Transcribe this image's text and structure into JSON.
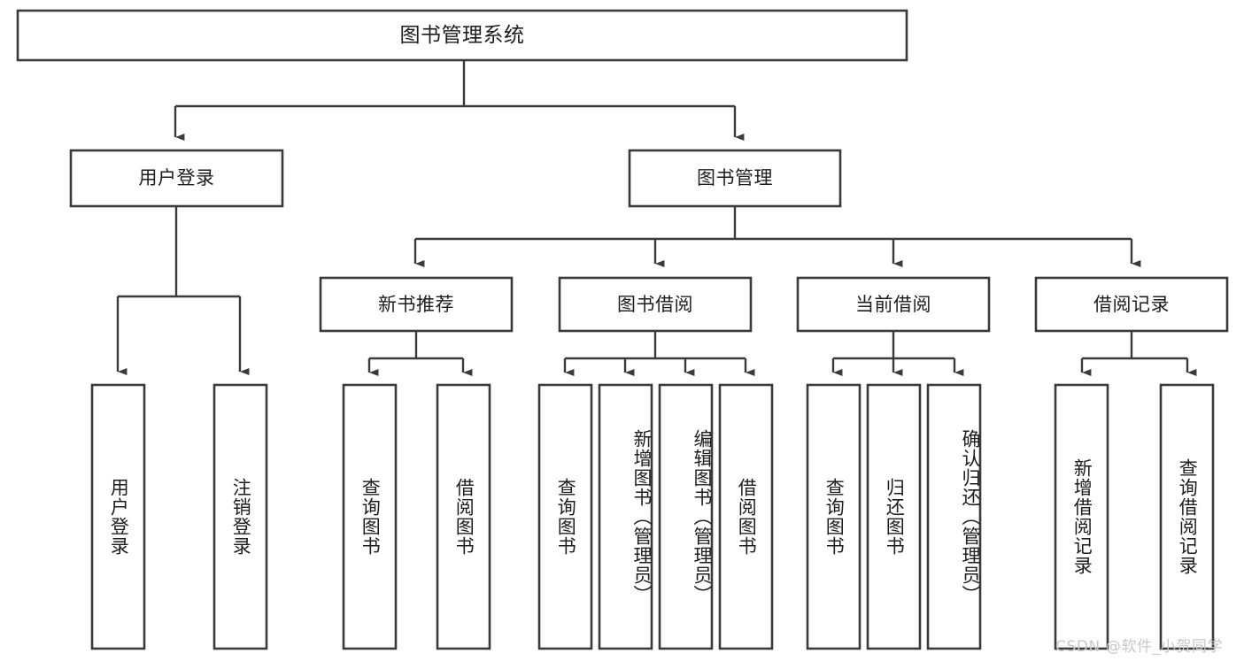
{
  "diagram": {
    "type": "tree-hierarchy",
    "title": "图书管理系统",
    "colors": {
      "background": "#ffffff",
      "box_stroke": "#3a3a3a",
      "box_fill": "#ffffff",
      "text": "#1d1d1d",
      "watermark": "#c8c8c8"
    },
    "root": {
      "label": "图书管理系统"
    },
    "level2": {
      "user_login": {
        "label": "用户登录"
      },
      "book_manage": {
        "label": "图书管理"
      }
    },
    "level3": {
      "new_book_recommend": {
        "label": "新书推荐"
      },
      "book_borrow": {
        "label": "图书借阅"
      },
      "current_borrow": {
        "label": "当前借阅"
      },
      "borrow_record": {
        "label": "借阅记录"
      }
    },
    "leaves": {
      "user_login": [
        {
          "label": "用户登录"
        },
        {
          "label": "注销登录"
        }
      ],
      "new_book_recommend": [
        {
          "label": "查询图书"
        },
        {
          "label": "借阅图书"
        }
      ],
      "book_borrow": [
        {
          "label": "查询图书"
        },
        {
          "label": "新增图书（管理员）"
        },
        {
          "label": "编辑图书（管理员）"
        },
        {
          "label": "借阅图书"
        }
      ],
      "current_borrow": [
        {
          "label": "查询图书"
        },
        {
          "label": "归还图书"
        },
        {
          "label": "确认归还（管理员）"
        }
      ],
      "borrow_record": [
        {
          "label": "新增借阅记录"
        },
        {
          "label": "查询借阅记录"
        }
      ]
    }
  },
  "watermark": {
    "text": "CSDN @软件_小贺同学"
  }
}
